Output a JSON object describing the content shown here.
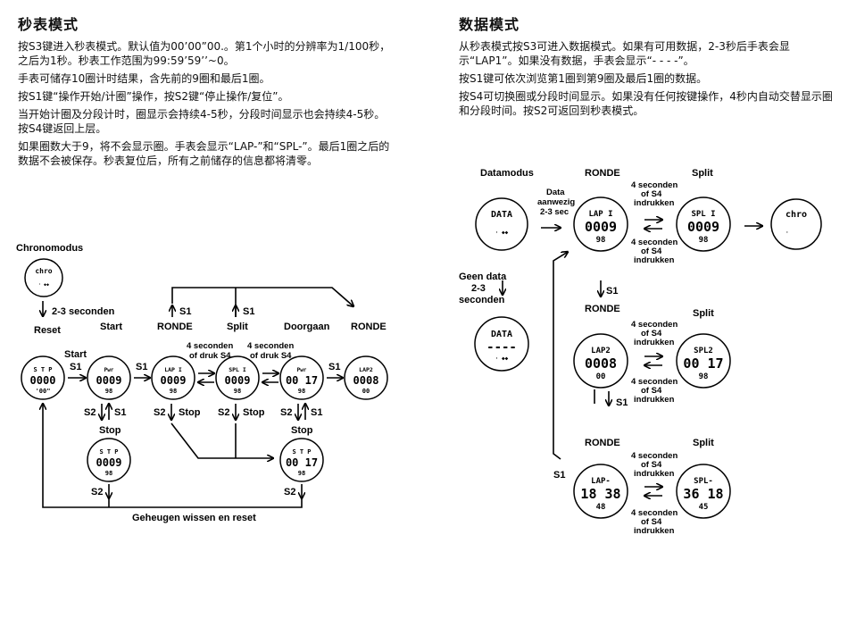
{
  "left": {
    "heading": "秒表模式",
    "paragraphs": [
      "按S3键进入秒表模式。默认值为00’00”00.。第1个小时的分辨率为1/100秒，之后为1秒。秒表工作范围为99:59’59’’~0。",
      "手表可储存10圈计时结果，含先前的9圈和最后1圈。",
      "按S1键“操作开始/计圈”操作，按S2键“停止操作/复位”。",
      "当开始计圈及分段计时，圈显示会持续4-5秒，分段时间显示也会持续4-5秒。按S4键返回上层。",
      "如果圈数大于9，将不会显示圈。手表会显示“LAP-”和“SPL-”。最后1圈之后的数据不会被保存。秒表复位后，所有之前储存的信息都将清零。"
    ]
  },
  "right": {
    "heading": "数据模式",
    "paragraphs": [
      "从秒表模式按S3可进入数据模式。如果有可用数据，2-3秒后手表会显示“LAP1”。如果没有数据，手表会显示“- - - -”。",
      "按S1键可依次浏览第1圈到第9圈及最后1圈的数据。",
      "按S4可切换圈或分段时间显示。如果没有任何按键操作，4秒内自动交替显示圈和分段时间。按S2可返回到秒表模式。"
    ]
  },
  "diagram1": {
    "chronomodus": "Chronomodus",
    "wait": "2-3 seconden",
    "reset": "Reset",
    "start_top": "Start",
    "start": "Start",
    "s1": "S1",
    "s2": "S2",
    "stop": "Stop",
    "ronde": "RONDE",
    "split": "Split",
    "doorgaan": "Doorgaan",
    "four_sec_a": "4 seconden",
    "four_sec_b": "of druk S4",
    "memory": "Geheugen wissen en reset",
    "disp_chro": "chro",
    "disp_stp": "S T P",
    "disp_run": "Pwr",
    "disp_lap1": "LAP I",
    "disp_spl1": "SPL I",
    "disp_lap2": "LAP2",
    "d_0000": "0000",
    "d_0009": "0009",
    "d_0008": "0008",
    "d_0017": "00 17",
    "d_00": "00",
    "d_98": "98"
  },
  "diagram2": {
    "datamodus": "Datamodus",
    "ronde": "RONDE",
    "split": "Split",
    "data_present_1": "Data",
    "data_present_2": "aanwezig",
    "data_present_3": "2-3 sec",
    "four_a": "4 seconden",
    "four_b": "of S4",
    "four_c": "indrukken",
    "no_data_1": "Geen data",
    "no_data_2": "2-3",
    "no_data_3": "seconden",
    "s1": "S1",
    "disp_data": "DATA",
    "disp_dashes": "----",
    "disp_lap1": "LAP I",
    "disp_spl1": "SPL I",
    "disp_lap2": "LAP2",
    "disp_spl2": "SPL2",
    "disp_lapm": "LAP-",
    "disp_splm": "SPL-",
    "disp_chro": "chro",
    "d_0009": "0009",
    "d_0008": "0008",
    "d_0017": "00 17",
    "d_1838": "18 38",
    "d_3618": "36 18",
    "d_98": "98",
    "d_00": "00",
    "d_48": "48",
    "d_45": "45"
  }
}
